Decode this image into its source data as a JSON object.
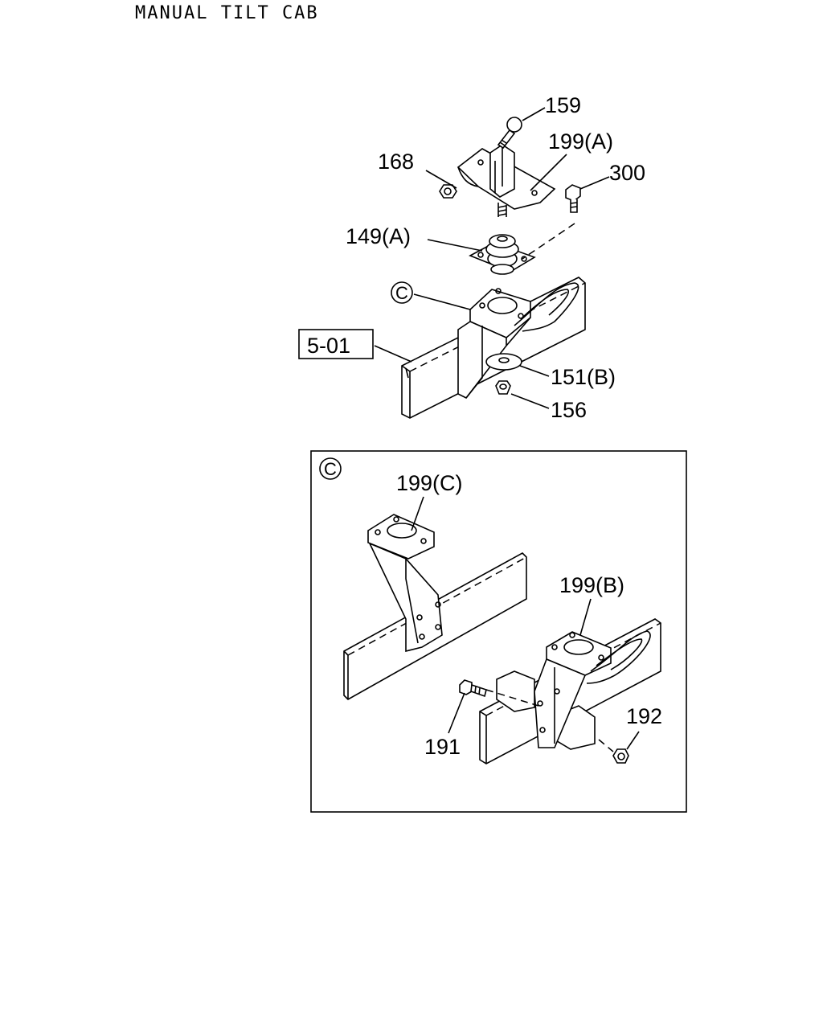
{
  "header": {
    "title": "MANUAL TILT CAB"
  },
  "callouts": {
    "p159": "159",
    "p199a": "199(A)",
    "p168": "168",
    "p300": "300",
    "p149a": "149(A)",
    "circle_c": "C",
    "ref_5_01": "5-01",
    "p151b": "151(B)",
    "p156": "156"
  },
  "detail_c": {
    "circle_c": "C",
    "p199c": "199(C)",
    "p199b": "199(B)",
    "p191": "191",
    "p192": "192"
  }
}
